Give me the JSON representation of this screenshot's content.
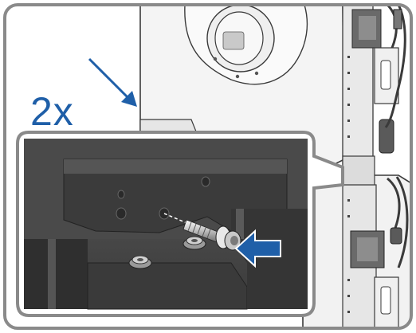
{
  "figure": {
    "count_label": "2x",
    "colors": {
      "accent_blue": "#1f5fa8",
      "frame_outline": "#8a8a8a",
      "inverter_white": "#f2f2f2",
      "bracket_dark": "#3b3b3b",
      "detail_background": "#4a4a4a"
    },
    "icons": [
      "arrow-down-right",
      "arrow-left",
      "screw",
      "nut",
      "washer",
      "display",
      "led"
    ]
  }
}
